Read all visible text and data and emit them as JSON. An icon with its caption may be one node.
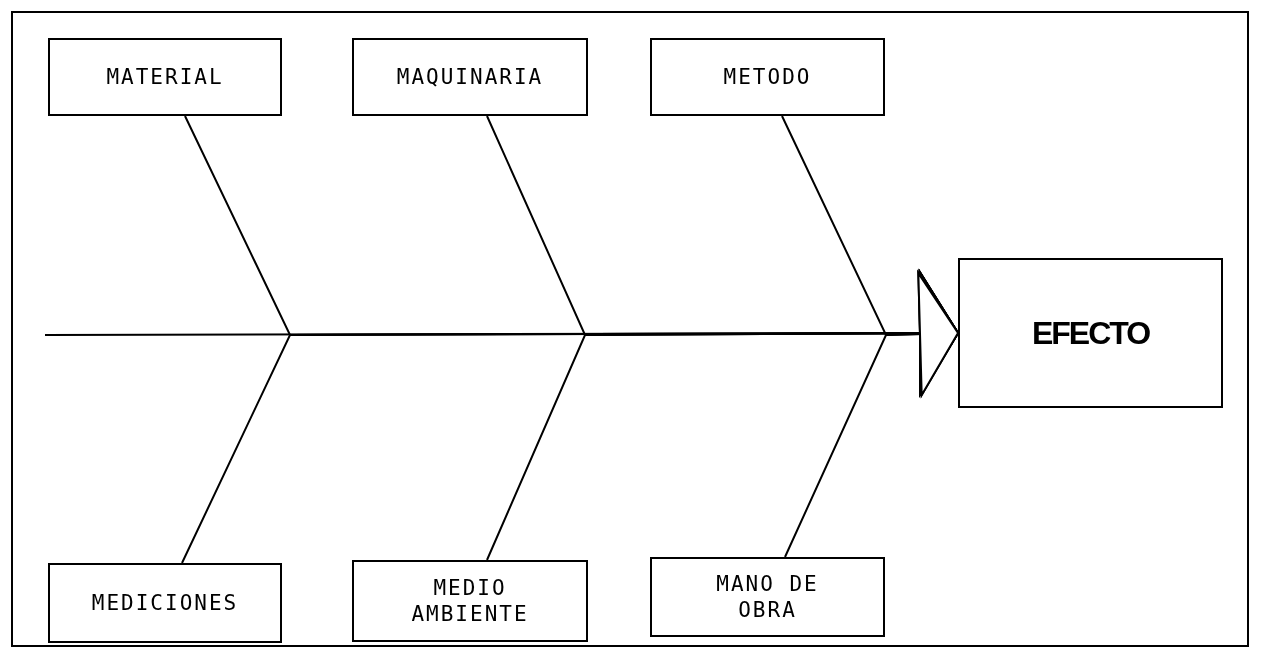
{
  "diagram": {
    "nodes": [
      {
        "text": [
          "MATERIAL"
        ]
      },
      {
        "text": [
          "MAQUINARIA"
        ]
      },
      {
        "text": [
          "METODO"
        ]
      },
      {
        "text": [
          "EFECTO"
        ]
      },
      {
        "text": [
          "MEDICIONES"
        ]
      },
      {
        "text": [
          "MEDIO AMBIENTE"
        ]
      },
      {
        "text": [
          "MANO DE OBRA"
        ]
      }
    ],
    "edges": [
      {
        "from": null,
        "to": 3,
        "arrow": "to"
      },
      {
        "from": 0,
        "to": 3,
        "arrow": "to"
      },
      {
        "from": 1,
        "to": 3,
        "arrow": "to"
      },
      {
        "from": 2,
        "to": 3,
        "arrow": "to"
      },
      {
        "from": 4,
        "to": 3,
        "arrow": "to"
      },
      {
        "from": 5,
        "to": 3,
        "arrow": "to"
      },
      {
        "from": 6,
        "to": 3,
        "arrow": "to"
      }
    ]
  }
}
